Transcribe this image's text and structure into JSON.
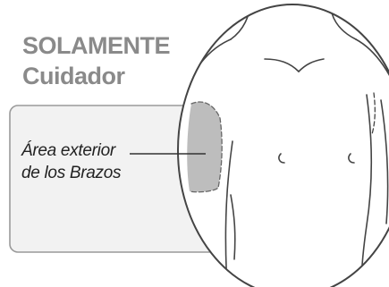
{
  "header": {
    "line1": "SOLAMENTE",
    "line2": "Cuidador"
  },
  "callout": {
    "line1": "Área exterior",
    "line2": "de los Brazos"
  },
  "colors": {
    "title": "#8a8a8a",
    "label": "#222222",
    "outline": "#444444",
    "callout_fill": "#f2f2f2",
    "callout_stroke": "#9a9a9a",
    "region_fill": "#bdbdbd",
    "body_fill": "#ffffff"
  },
  "icons": {
    "injection_site": "shaded-region",
    "body": "torso-outline"
  }
}
